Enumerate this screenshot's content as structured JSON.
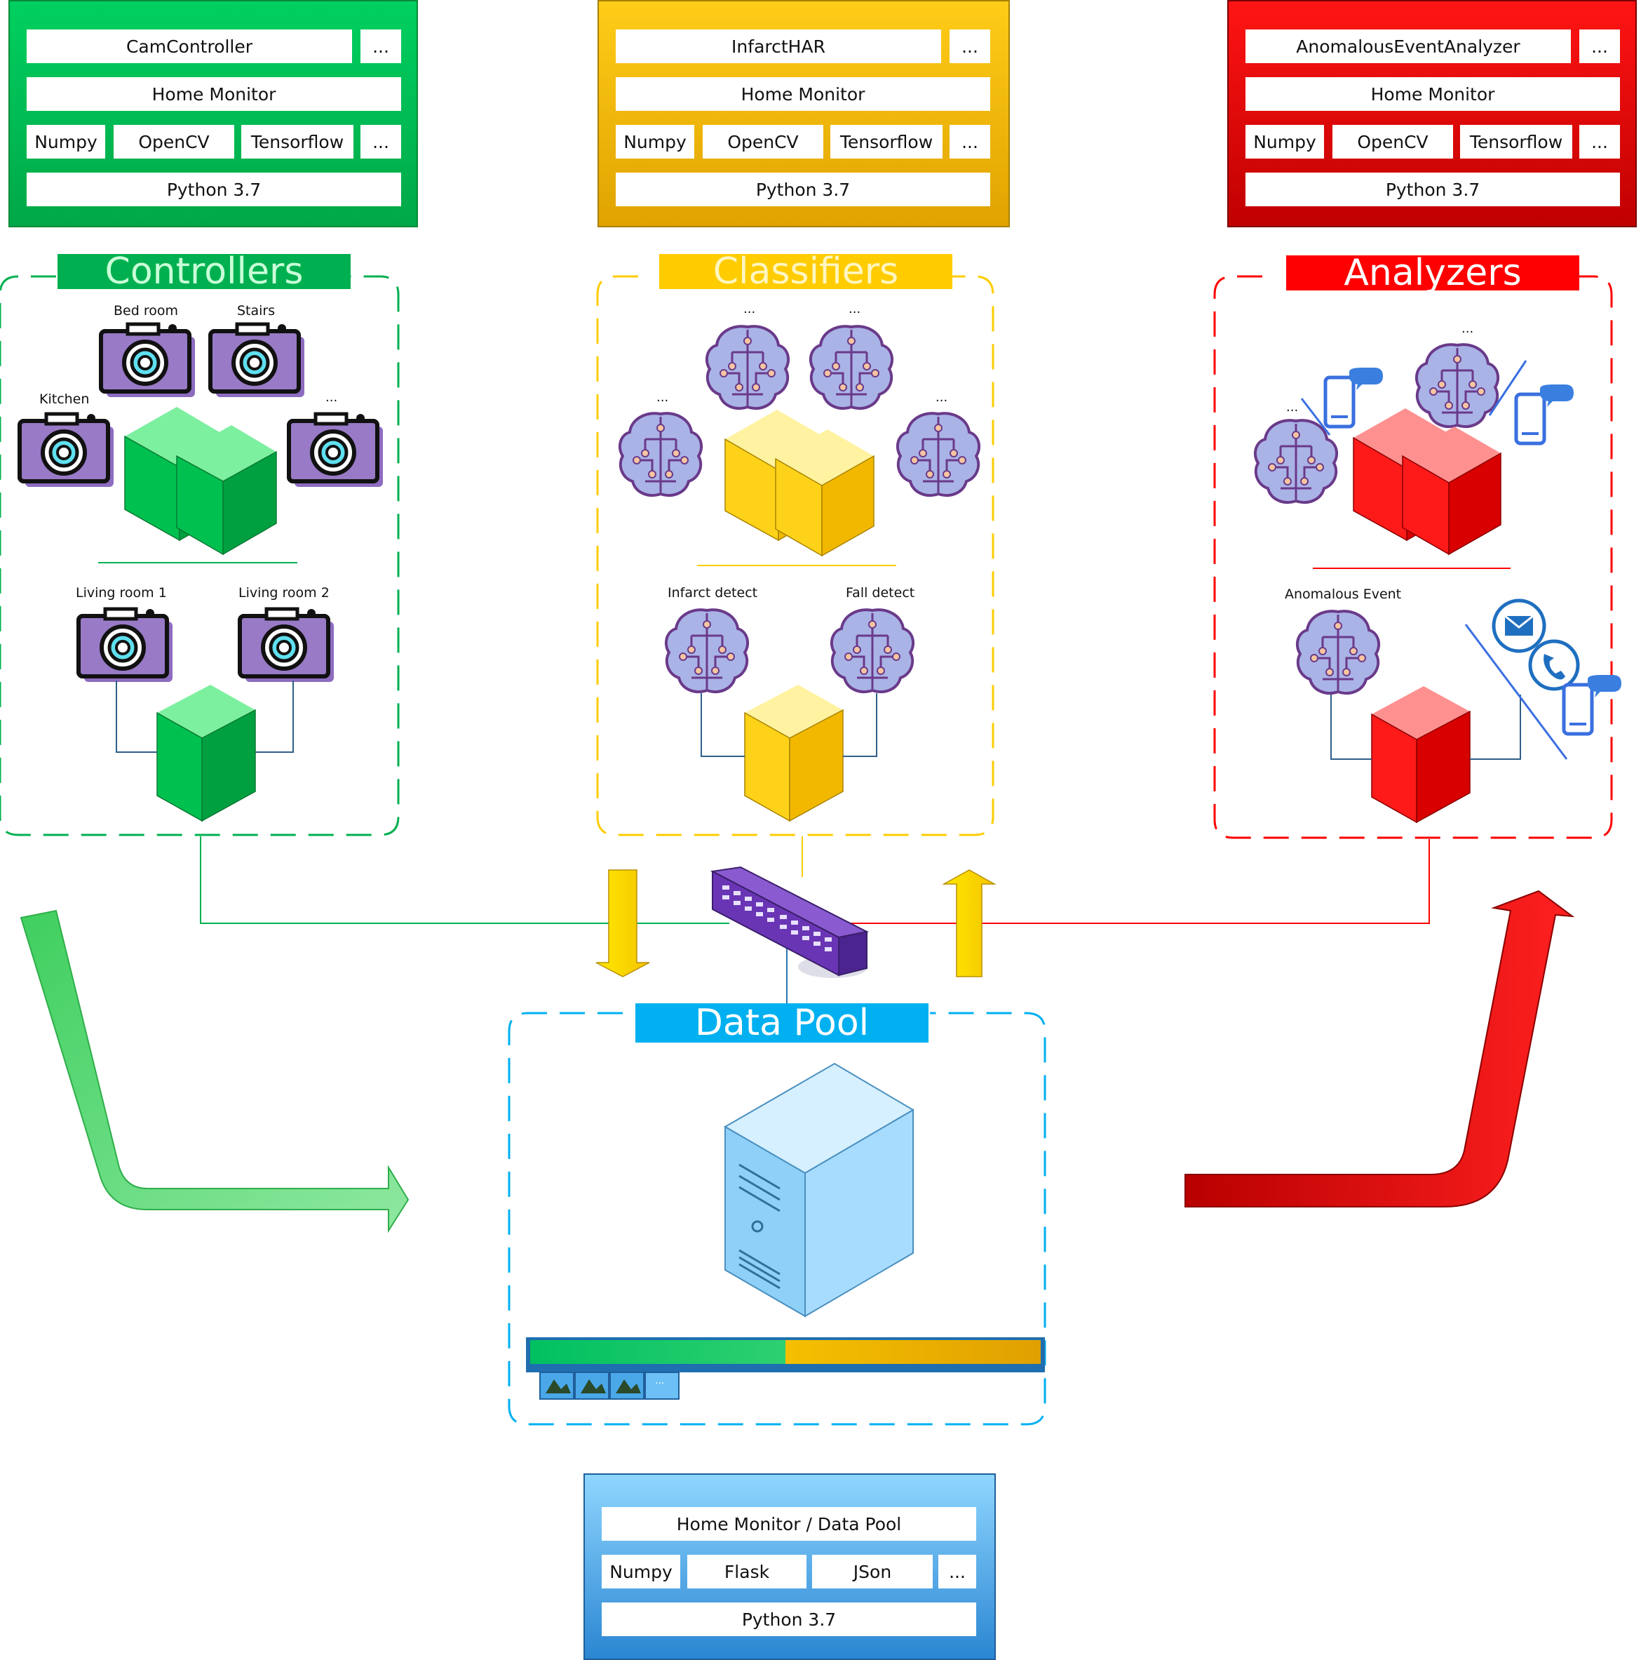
{
  "stacks": {
    "controller": {
      "app": "CamController",
      "more": "...",
      "layer": "Home Monitor",
      "libs": [
        "Numpy",
        "OpenCV",
        "Tensorflow",
        "..."
      ],
      "runtime": "Python 3.7",
      "color": "#00b050"
    },
    "classifier": {
      "app": "InfarctHAR",
      "more": "...",
      "layer": "Home Monitor",
      "libs": [
        "Numpy",
        "OpenCV",
        "Tensorflow",
        "..."
      ],
      "runtime": "Python 3.7",
      "color": "#f2b705"
    },
    "analyzer": {
      "app": "AnomalousEventAnalyzer",
      "more": "...",
      "layer": "Home Monitor",
      "libs": [
        "Numpy",
        "OpenCV",
        "Tensorflow",
        "..."
      ],
      "runtime": "Python 3.7",
      "color": "#e00000"
    },
    "datapool": {
      "layer": "Home Monitor / Data Pool",
      "libs": [
        "Numpy",
        "Flask",
        "JSon",
        "..."
      ],
      "runtime": "Python 3.7",
      "color": "#3fa9e6"
    }
  },
  "groups": {
    "controllers": {
      "title": "Controllers",
      "color": "#00b050"
    },
    "classifiers": {
      "title": "Classifiers",
      "color": "#ffd000"
    },
    "analyzers": {
      "title": "Analyzers",
      "color": "#ff0000"
    },
    "datapool": {
      "title": "Data Pool",
      "color": "#00b0f0"
    }
  },
  "labels": {
    "bedroom": "Bed room",
    "stairs": "Stairs",
    "kitchen": "Kitchen",
    "cam_more": "...",
    "living1": "Living room 1",
    "living2": "Living room 2",
    "brain_more": "...",
    "infarct": "Infarct detect",
    "fall": "Fall detect",
    "anomalous": "Anomalous Event",
    "pool_more": "..."
  },
  "icons": [
    "camera-icon",
    "server-icon",
    "brain-icon",
    "smartphone-icon",
    "mail-icon",
    "phone-call-icon",
    "network-switch-icon",
    "flow-arrow-icon"
  ]
}
